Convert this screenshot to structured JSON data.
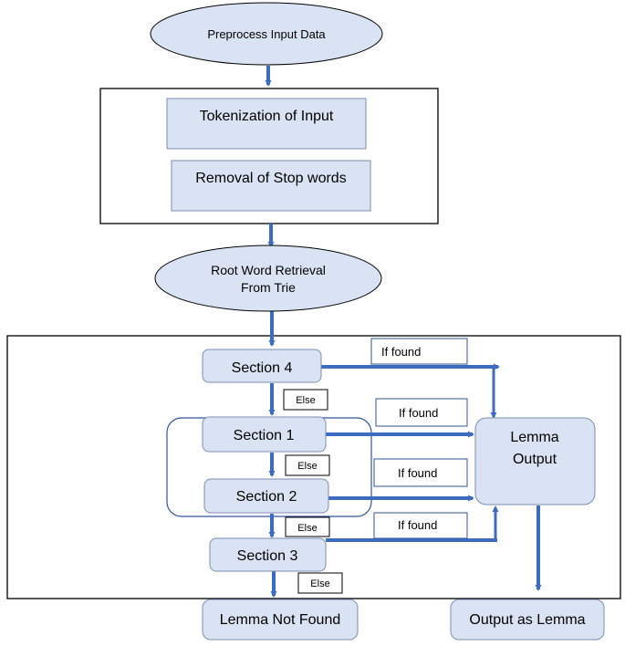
{
  "nodes": {
    "preprocess": "Preprocess Input Data",
    "tokenization": "Tokenization of Input",
    "stopwords": "Removal of Stop words",
    "root_line1": "Root Word Retrieval",
    "root_line2": "From Trie",
    "section4": "Section 4",
    "section1": "Section 1",
    "section2": "Section 2",
    "section3": "Section 3",
    "lemma_line1": "Lemma",
    "lemma_line2": "Output",
    "lemma_not_found": "Lemma Not Found",
    "output_as_lemma": "Output as Lemma"
  },
  "edge_labels": {
    "if_found_1": "If found",
    "if_found_2": "If found",
    "if_found_3": "If found",
    "if_found_4": "If found",
    "else_1": "Else",
    "else_2": "Else",
    "else_3": "Else",
    "else_4": "Else"
  },
  "colors": {
    "node_fill": "#dae3f3",
    "node_stroke": "#7a8db0",
    "arrow": "#3d6bbf",
    "group_stroke": "#2f5597",
    "frame_stroke": "#000000"
  }
}
